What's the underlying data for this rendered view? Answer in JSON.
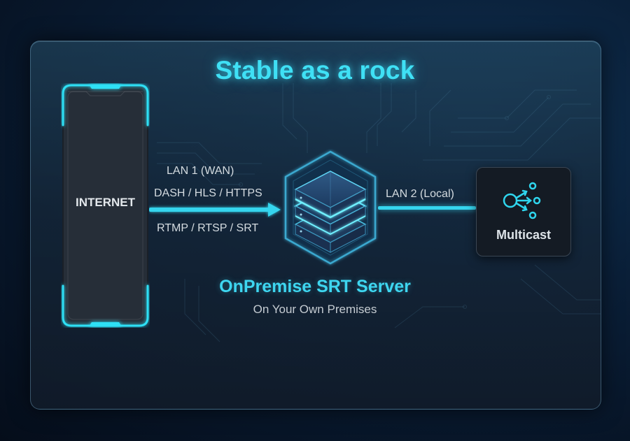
{
  "title": "Stable as a rock",
  "nodes": {
    "internet": {
      "label": "INTERNET",
      "icon": "internet-device-frame"
    },
    "server": {
      "title": "OnPremise SRT Server",
      "subtitle": "On Your Own Premises",
      "icon": "server-stack-icon"
    },
    "multicast": {
      "label": "Multicast",
      "icon": "multicast-icon"
    }
  },
  "links": {
    "wan": {
      "name": "LAN 1 (WAN)",
      "protocols_top": "DASH / HLS / HTTPS",
      "protocols_bottom": "RTMP / RTSP / SRT",
      "direction": "internet-to-server"
    },
    "local": {
      "name": "LAN 2 (Local)",
      "direction": "server-to-multicast"
    }
  },
  "colors": {
    "accent": "#3fe0f5",
    "background": "#0a1f38",
    "panel": "#1c2f42",
    "text": "#d4dbe0"
  }
}
